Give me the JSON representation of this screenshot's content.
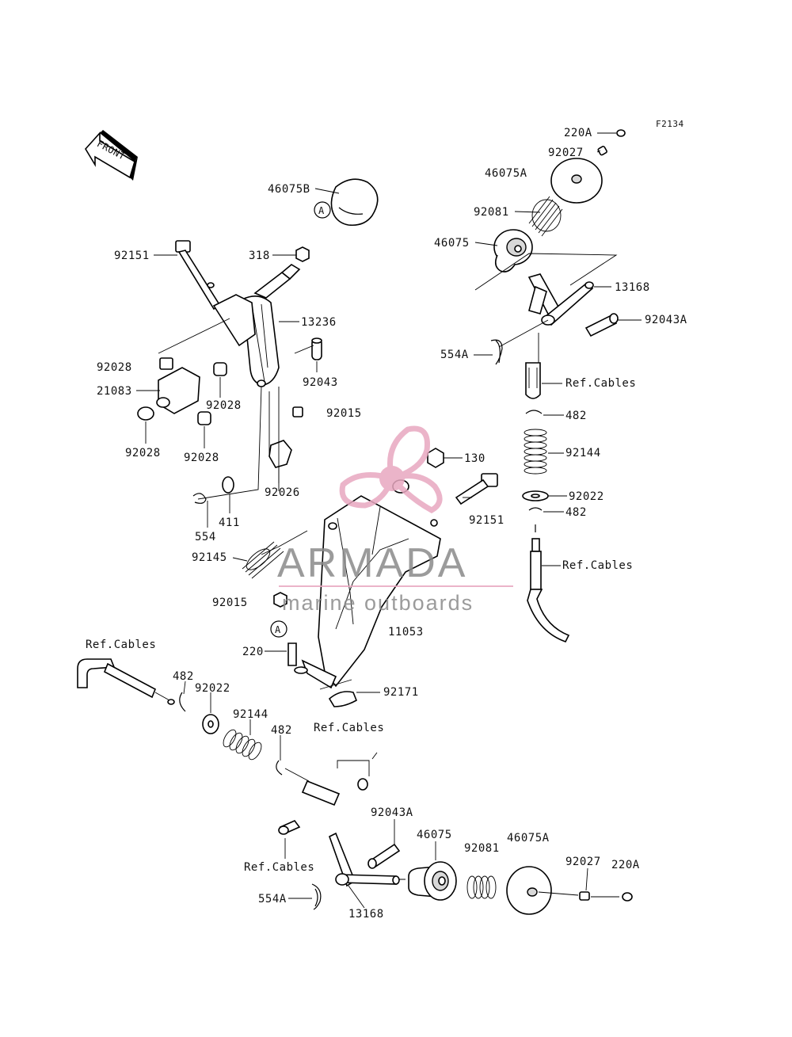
{
  "figure_code": "F2134",
  "front_label": "FRONT",
  "callout_marker": "A",
  "watermark": {
    "brand": "ARMADA",
    "tagline": "marine outboards",
    "accent_color": "#e8a8c0",
    "text_color": "#8a8a8a"
  },
  "labels": {
    "l_220A_top": "220A",
    "l_92027_top": "92027",
    "l_46075A_top": "46075A",
    "l_92081_top": "92081",
    "l_46075_top": "46075",
    "l_13168_top": "13168",
    "l_92043A_top": "92043A",
    "l_554A_top": "554A",
    "l_refcables_1": "Ref.Cables",
    "l_482_1": "482",
    "l_92144_r": "92144",
    "l_92022_r": "92022",
    "l_482_2": "482",
    "l_refcables_2": "Ref.Cables",
    "l_46075B": "46075B",
    "l_318": "318",
    "l_92151_a": "92151",
    "l_13236": "13236",
    "l_92043": "92043",
    "l_92028_a": "92028",
    "l_21083": "21083",
    "l_92028_b": "92028",
    "l_92015_a": "92015",
    "l_92028_c": "92028",
    "l_92028_d": "92028",
    "l_92026": "92026",
    "l_554": "554",
    "l_411": "411",
    "l_130": "130",
    "l_92151_b": "92151",
    "l_92145": "92145",
    "l_92015_b": "92015",
    "l_11053": "11053",
    "l_refcables_3": "Ref.Cables",
    "l_220": "220",
    "l_482_3": "482",
    "l_92022_l": "92022",
    "l_92171": "92171",
    "l_refcables_4": "Ref.Cables",
    "l_92144_l": "92144",
    "l_482_4": "482",
    "l_92043A_bot": "92043A",
    "l_46075_bot": "46075",
    "l_92081_bot": "92081",
    "l_46075A_bot": "46075A",
    "l_92027_bot": "92027",
    "l_220A_bot": "220A",
    "l_refcables_5": "Ref.Cables",
    "l_554A_bot": "554A",
    "l_13168_bot": "13168"
  }
}
